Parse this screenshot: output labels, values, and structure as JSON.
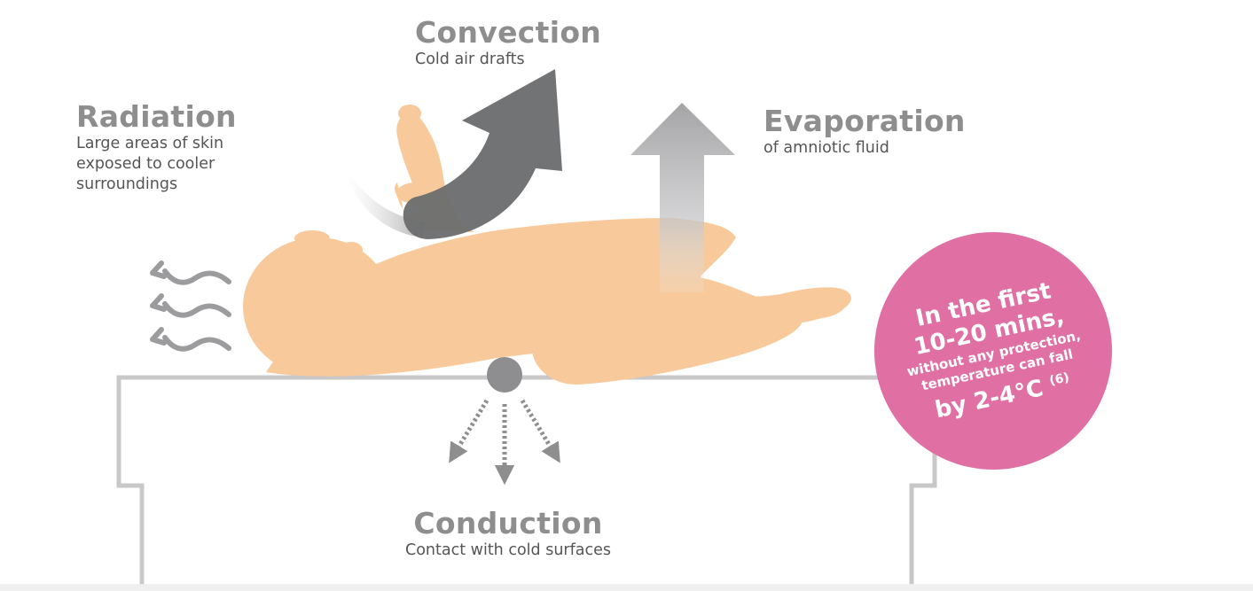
{
  "convection": {
    "title": "Convection",
    "subtitle": "Cold air drafts"
  },
  "radiation": {
    "title": "Radiation",
    "line1": "Large areas of skin",
    "line2": "exposed to cooler",
    "line3": "surroundings"
  },
  "evaporation": {
    "title": "Evaporation",
    "subtitle": "of amniotic fluid"
  },
  "conduction": {
    "title": "Conduction",
    "subtitle": "Contact with cold surfaces"
  },
  "badge": {
    "line1": "In the first",
    "line2": "10-20 mins,",
    "line3": "without any protection,",
    "line4": "temperature can fall",
    "line5": "by 2-4°C",
    "reference": "(6)"
  },
  "colors": {
    "skin": "#f8c99a",
    "arrow_dark": "#6d6e70",
    "arrow_grey": "#9c9c9e",
    "outline": "#c8c8c8",
    "badge": "#e06fa3"
  }
}
